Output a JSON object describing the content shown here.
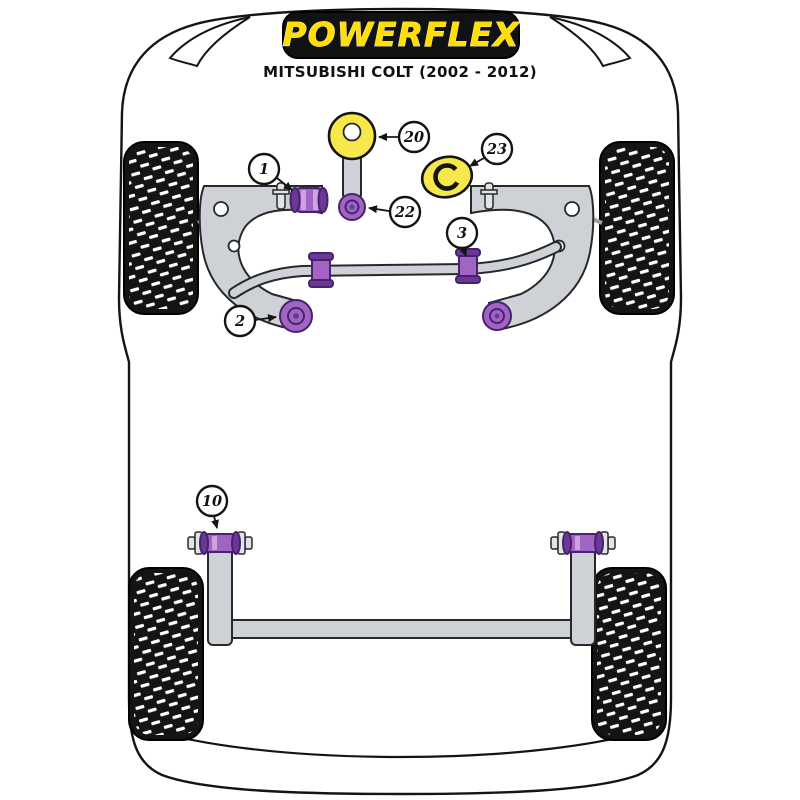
{
  "header": {
    "brand": "POWERFLEX",
    "model": "MITSUBISHI COLT (2002 - 2012)"
  },
  "colors": {
    "brand_yellow": "#FFDE00",
    "logo_black": "#121212",
    "bushing_purple": "#A163C4",
    "bushing_dark": "#6C3796",
    "bushing_highlight": "#CBA4DF",
    "part_yellow": "#F6E84B",
    "metal_gray": "#CED2D6",
    "diagram_line": "#141414"
  },
  "callouts": [
    {
      "label": "1"
    },
    {
      "label": "2"
    },
    {
      "label": "3"
    },
    {
      "label": "10"
    },
    {
      "label": "20"
    },
    {
      "label": "22"
    },
    {
      "label": "23"
    }
  ]
}
